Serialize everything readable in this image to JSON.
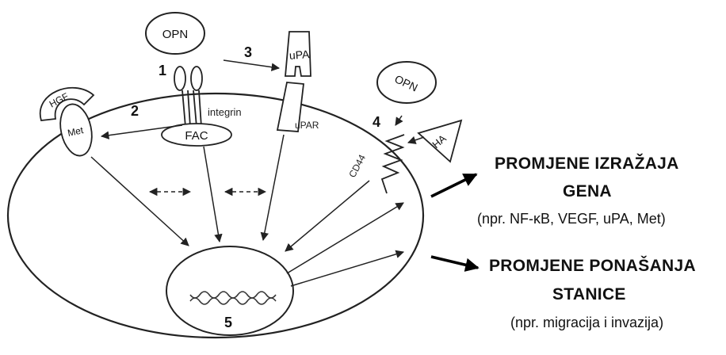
{
  "labels": {
    "opn_top": "OPN",
    "opn_right": "OPN",
    "hgf": "HGF",
    "met": "Met",
    "integrin": "integrin",
    "fac": "FAC",
    "upa": "uPA",
    "upar": "uPAR",
    "cd44": "CD44",
    "ha": "HA",
    "n1": "1",
    "n2": "2",
    "n3": "3",
    "n4": "4",
    "n5": "5"
  },
  "outcomes": {
    "gene_title_1": "PROMJENE IZRAŽAJA",
    "gene_title_2": "GENA",
    "gene_examples": "(npr. NF-κB, VEGF, uPA, Met)",
    "cell_title_1": "PROMJENE PONAŠANJA",
    "cell_title_2": "STANICE",
    "cell_examples": "(npr. migracija i invazija)"
  }
}
